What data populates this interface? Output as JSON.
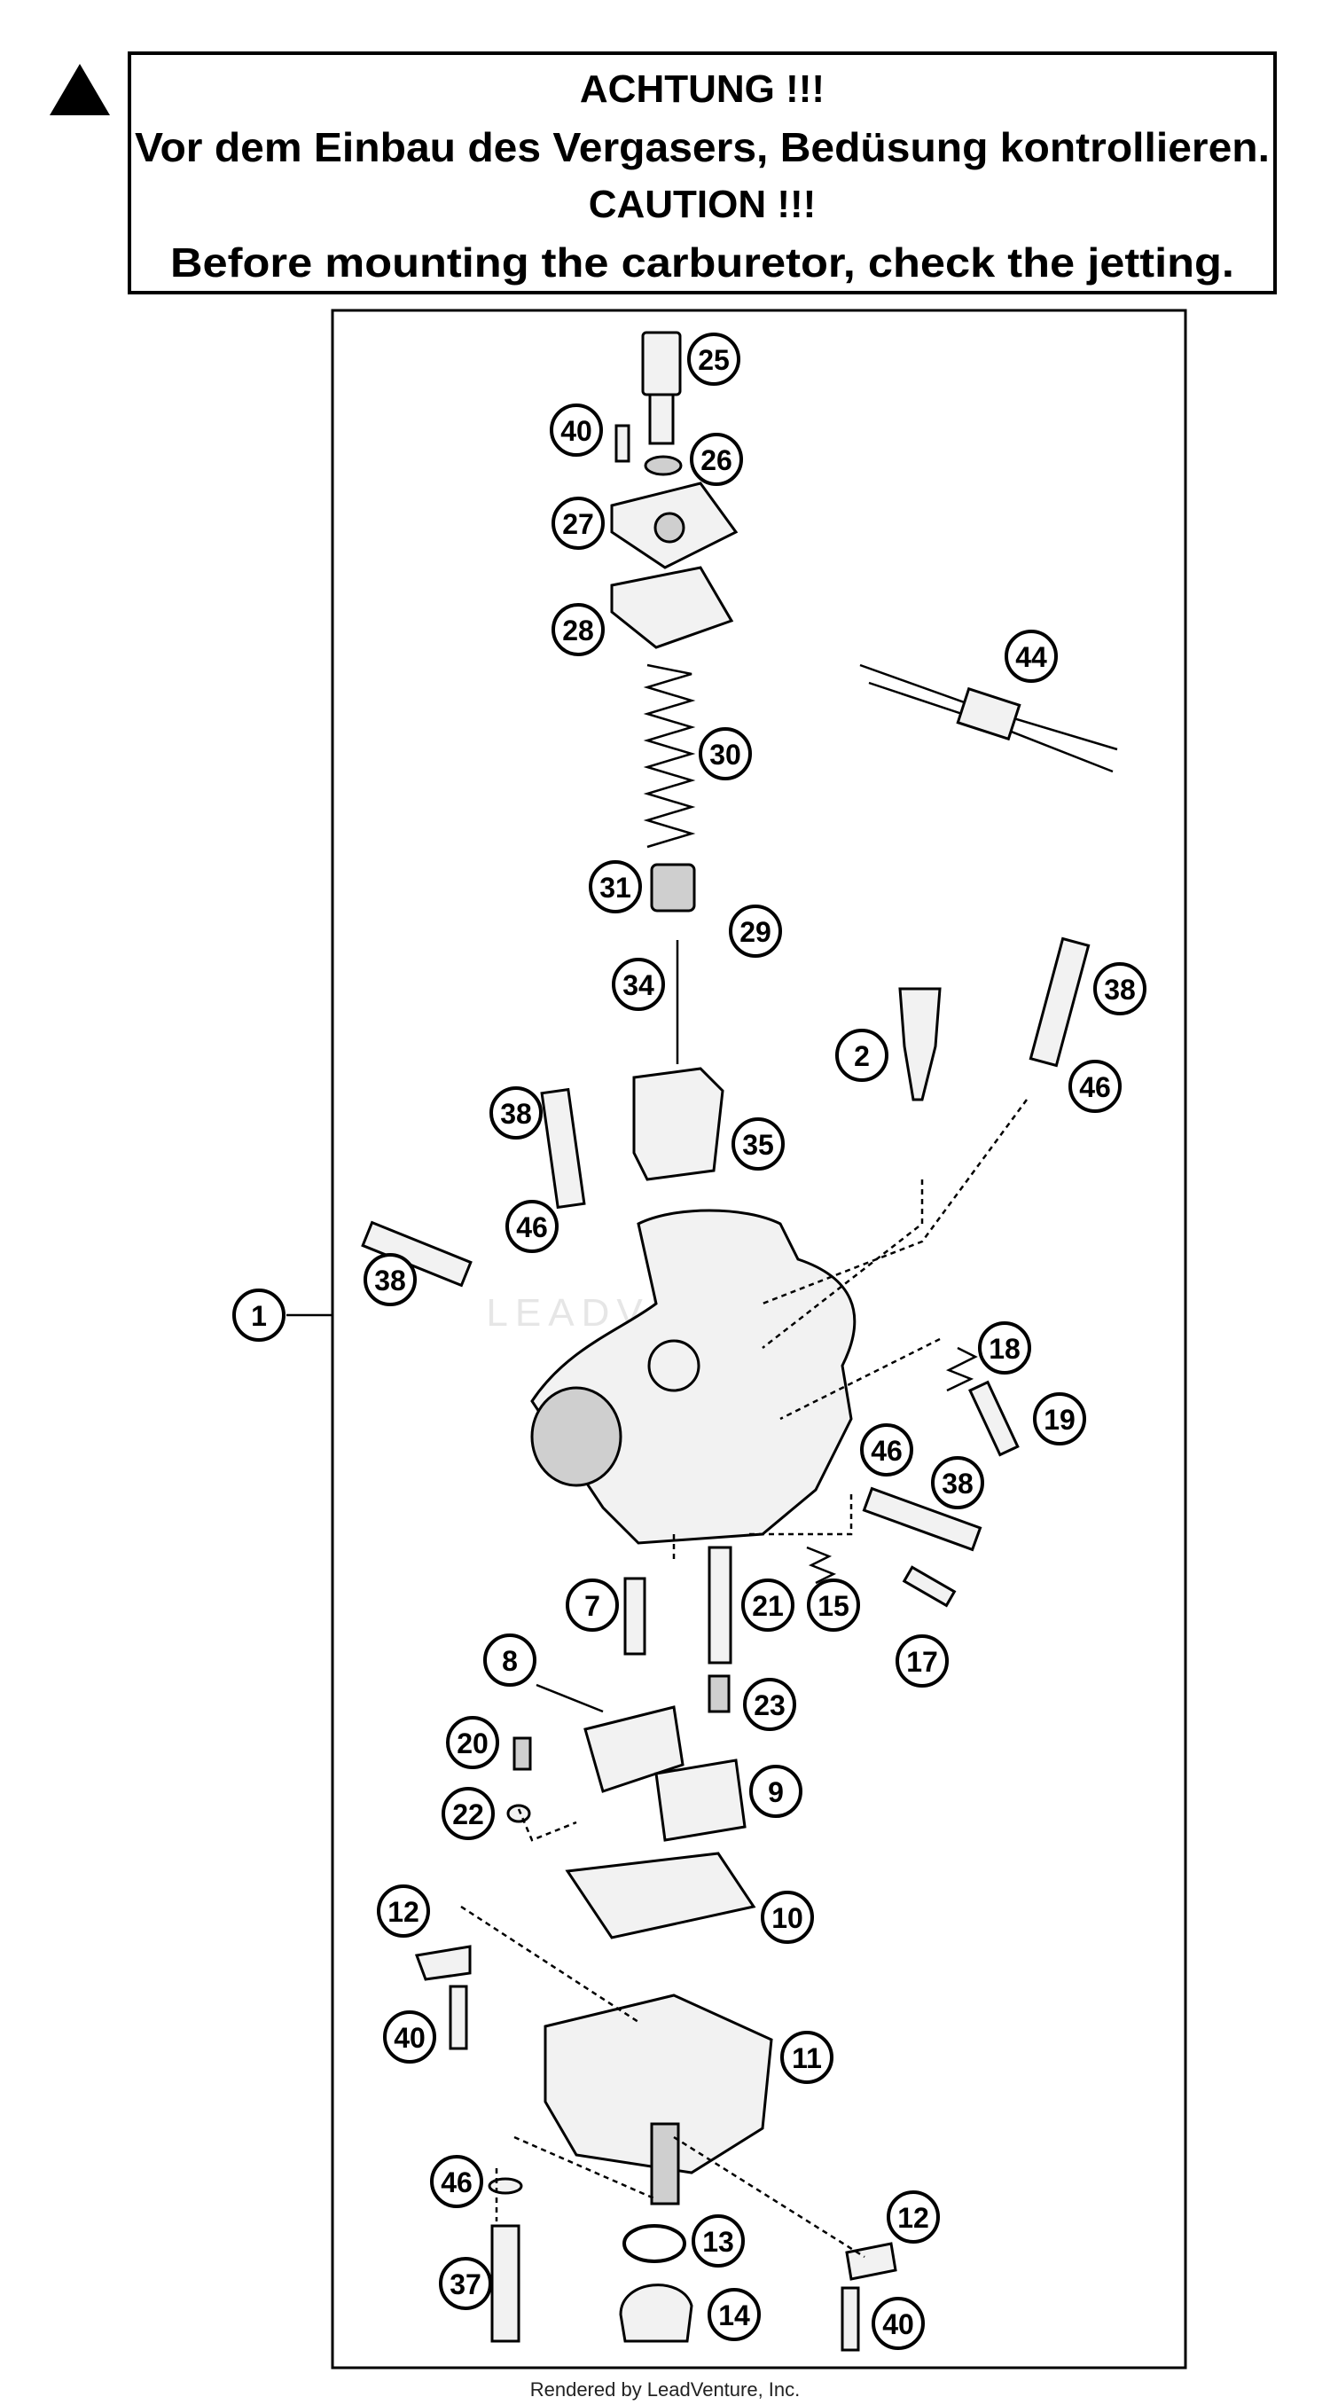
{
  "warning": {
    "line1": "ACHTUNG !!!",
    "line2": "Vor dem Einbau des Vergasers, Bedüsung kontrollieren.",
    "line3": "CAUTION !!!",
    "line4": "Before mounting the carburetor, check the jetting."
  },
  "watermark": "LEADVENTURE",
  "footer": "Rendered by LeadVenture, Inc.",
  "callouts": [
    "25",
    "40",
    "26",
    "27",
    "28",
    "44",
    "30",
    "31",
    "29",
    "34",
    "38",
    "2",
    "46",
    "38",
    "35",
    "46",
    "38",
    "1",
    "18",
    "19",
    "46",
    "38",
    "7",
    "21",
    "15",
    "17",
    "8",
    "23",
    "20",
    "9",
    "22",
    "10",
    "12",
    "40",
    "11",
    "46",
    "12",
    "13",
    "37",
    "14",
    "40"
  ]
}
